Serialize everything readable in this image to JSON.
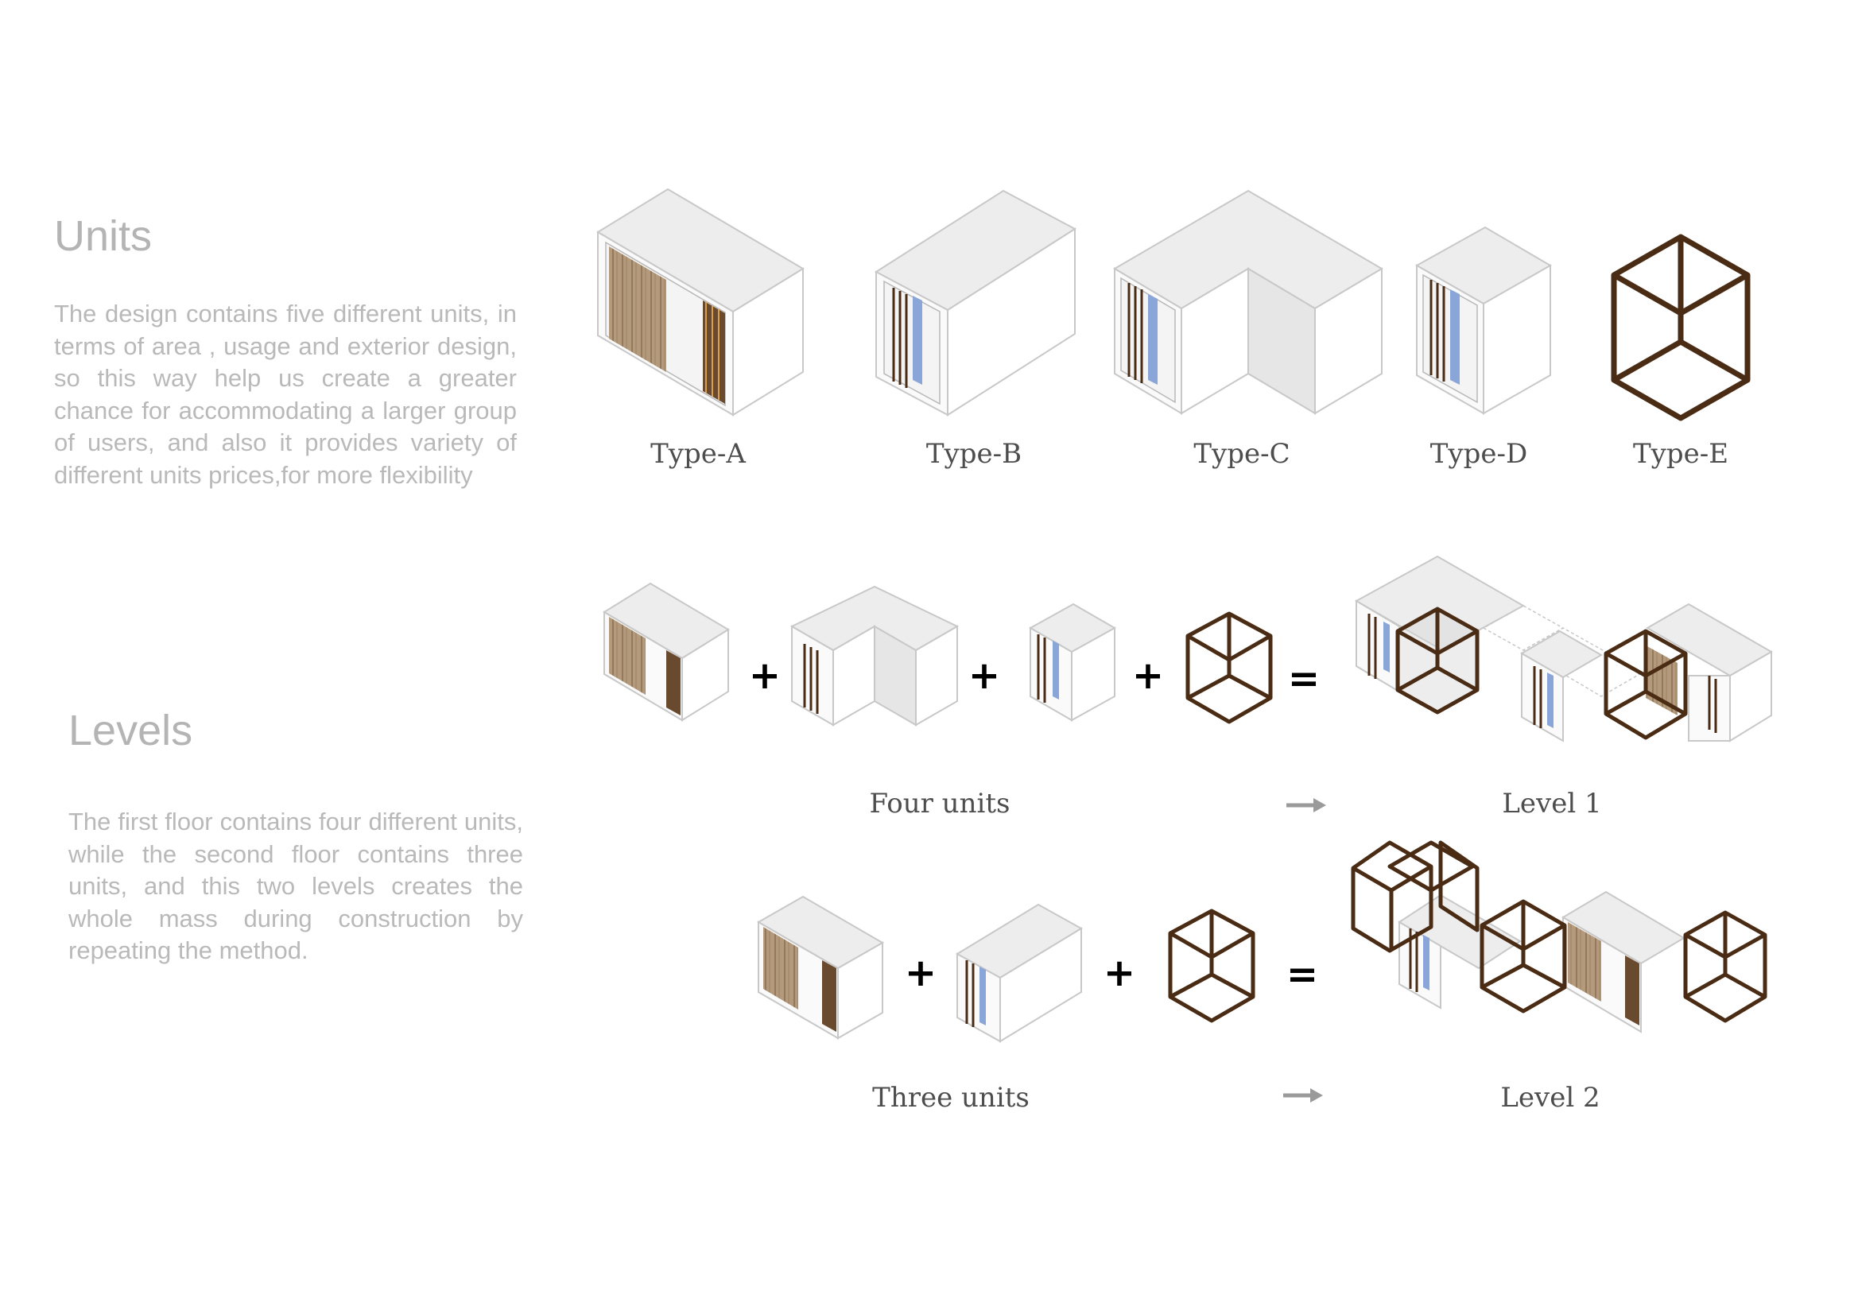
{
  "units": {
    "title": "Units",
    "description": "The design contains five different units, in terms of area , usage and exterior design, so this way help us create a greater chance for accommodating a larger group of users, and also it provides variety of different units prices,for more flexibility",
    "types": [
      "Type-A",
      "Type-B",
      "Type-C",
      "Type-D",
      "Type-E"
    ]
  },
  "levels": {
    "title": "Levels",
    "description": "The first floor contains four different units, while the second floor contains three units, and this two levels creates the whole mass during construction by repeating the method.",
    "row1": {
      "left_label": "Four units",
      "right_label": "Level 1"
    },
    "row2": {
      "left_label": "Three units",
      "right_label": "Level 2"
    },
    "operators": {
      "plus": "+",
      "equals": "="
    }
  },
  "colors": {
    "frame": "#4a2b14",
    "wood": "#a88a6c",
    "glass": "#8aa6d8",
    "arrow": "#9a9a9a"
  }
}
